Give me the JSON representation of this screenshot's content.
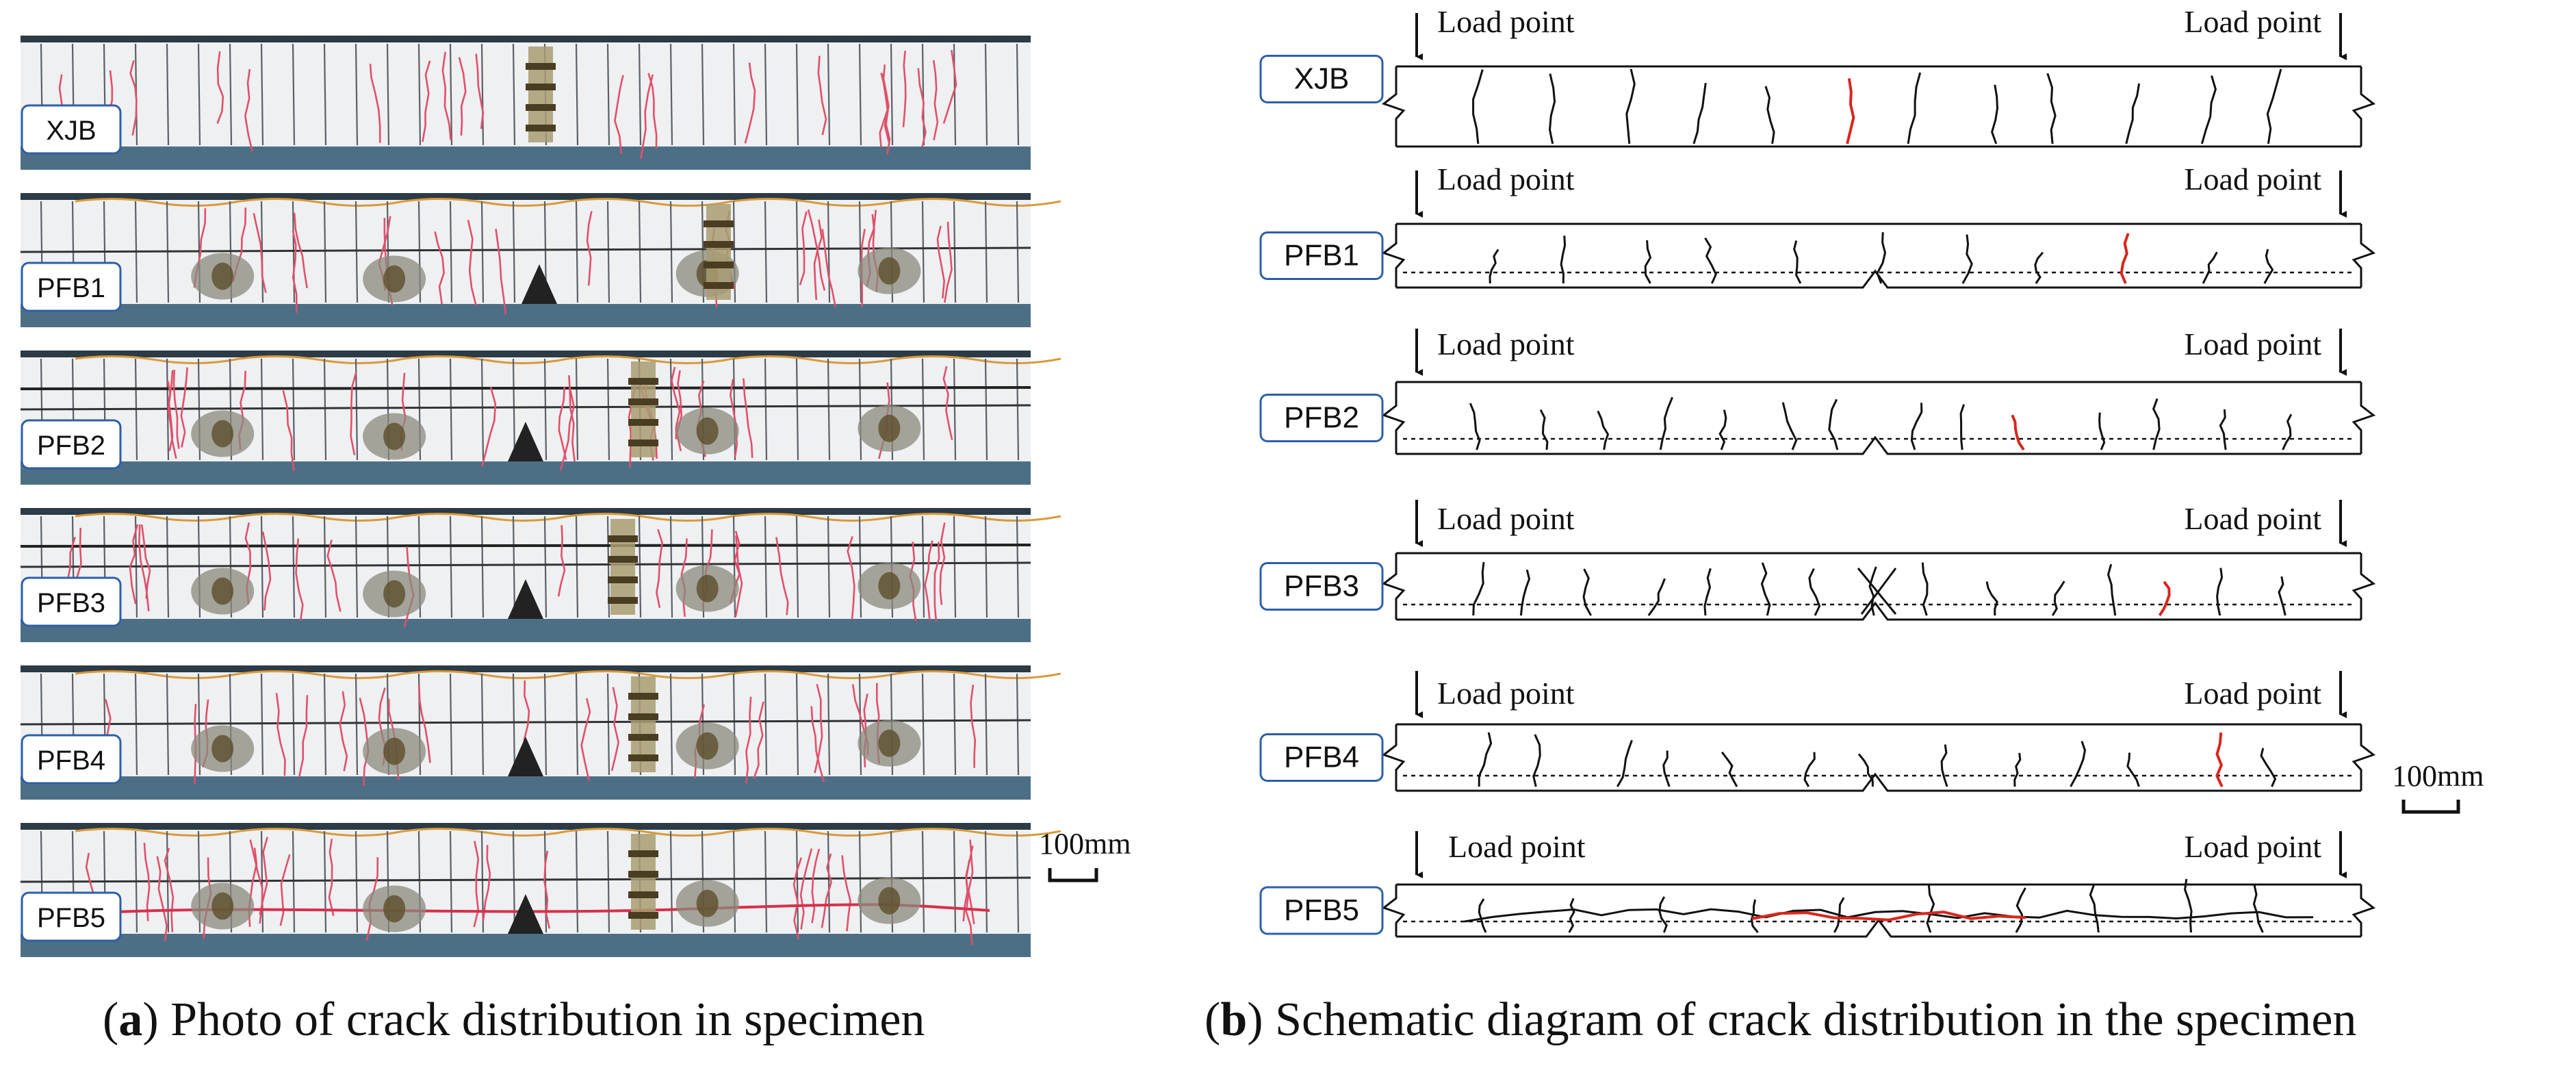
{
  "panel_a": {
    "caption_letter": "a",
    "caption_text": " Photo of crack distribution in specimen",
    "scale_label": "100mm",
    "specimens": [
      {
        "label": "XJB"
      },
      {
        "label": "PFB1"
      },
      {
        "label": "PFB2"
      },
      {
        "label": "PFB3"
      },
      {
        "label": "PFB4"
      },
      {
        "label": "PFB5"
      }
    ]
  },
  "panel_b": {
    "caption_letter": "b",
    "caption_text": " Schematic diagram of crack distribution in the specimen",
    "scale_label": "100mm",
    "load_point_label": "Load point",
    "specimens": [
      {
        "label": "XJB"
      },
      {
        "label": "PFB1"
      },
      {
        "label": "PFB2"
      },
      {
        "label": "PFB3"
      },
      {
        "label": "PFB4"
      },
      {
        "label": "PFB5"
      }
    ]
  },
  "colors": {
    "crack_black": "#111111",
    "crack_red": "#d9261c",
    "photo_crack_red": "#e0506a",
    "label_border": "#2d5fa8",
    "photo_base": "#eef0f2",
    "photo_stand": "#4d6f86"
  }
}
